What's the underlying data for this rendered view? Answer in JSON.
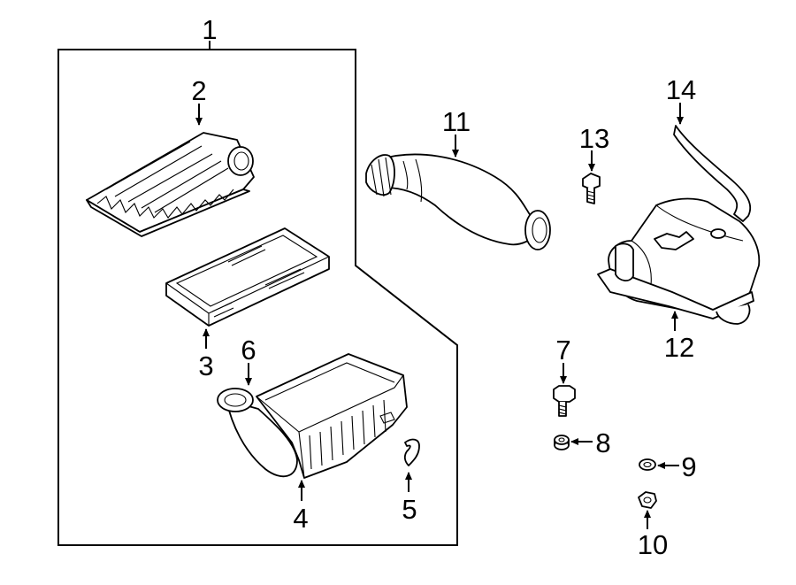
{
  "callouts": [
    {
      "id": "1",
      "text": "1"
    },
    {
      "id": "2",
      "text": "2"
    },
    {
      "id": "3",
      "text": "3"
    },
    {
      "id": "4",
      "text": "4"
    },
    {
      "id": "5",
      "text": "5"
    },
    {
      "id": "6",
      "text": "6"
    },
    {
      "id": "7",
      "text": "7"
    },
    {
      "id": "8",
      "text": "8"
    },
    {
      "id": "9",
      "text": "9"
    },
    {
      "id": "10",
      "text": "10"
    },
    {
      "id": "11",
      "text": "11"
    },
    {
      "id": "12",
      "text": "12"
    },
    {
      "id": "13",
      "text": "13"
    },
    {
      "id": "14",
      "text": "14"
    }
  ]
}
